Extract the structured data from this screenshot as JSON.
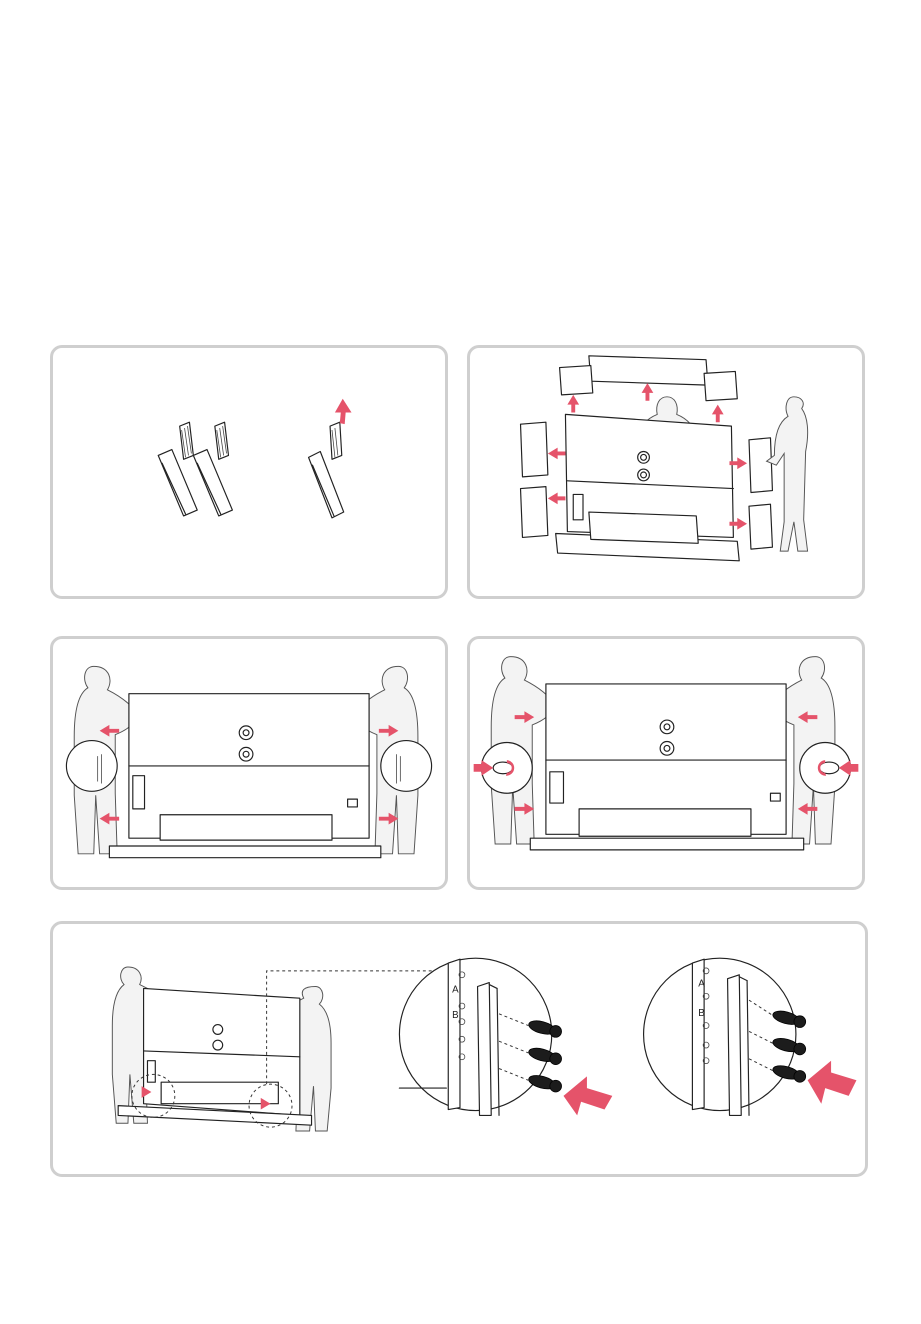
{
  "step5": {
    "detail_left": {
      "hole_label_a": "A",
      "hole_label_b": "B"
    },
    "detail_right": {
      "hole_label_a": "A",
      "hole_label_b": "B"
    }
  },
  "colors": {
    "arrow": "#e5536a",
    "panel_border": "#cfcfcf",
    "line": "#222222"
  }
}
